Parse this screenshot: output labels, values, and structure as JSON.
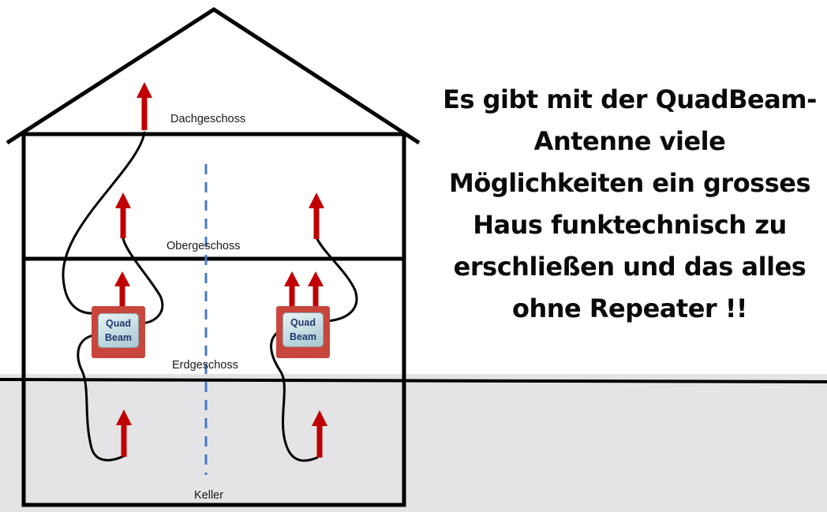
{
  "floors": {
    "attic": "Dachgeschoss",
    "upper": "Obergeschoss",
    "ground": "Erdgeschoss",
    "basement": "Keller"
  },
  "device": {
    "line1": "Quad",
    "line2": "Beam"
  },
  "headline": [
    "Es gibt mit der QuadBeam-",
    "Antenne viele",
    "Möglichkeiten ein grosses",
    "Haus funktechnisch zu",
    "erschließen und das alles",
    "ohne Repeater !!"
  ],
  "colors": {
    "arrow": "#c00000",
    "device_frame": "#c8463c",
    "divider": "#4a78c2",
    "ground": "#e4e3e5"
  }
}
